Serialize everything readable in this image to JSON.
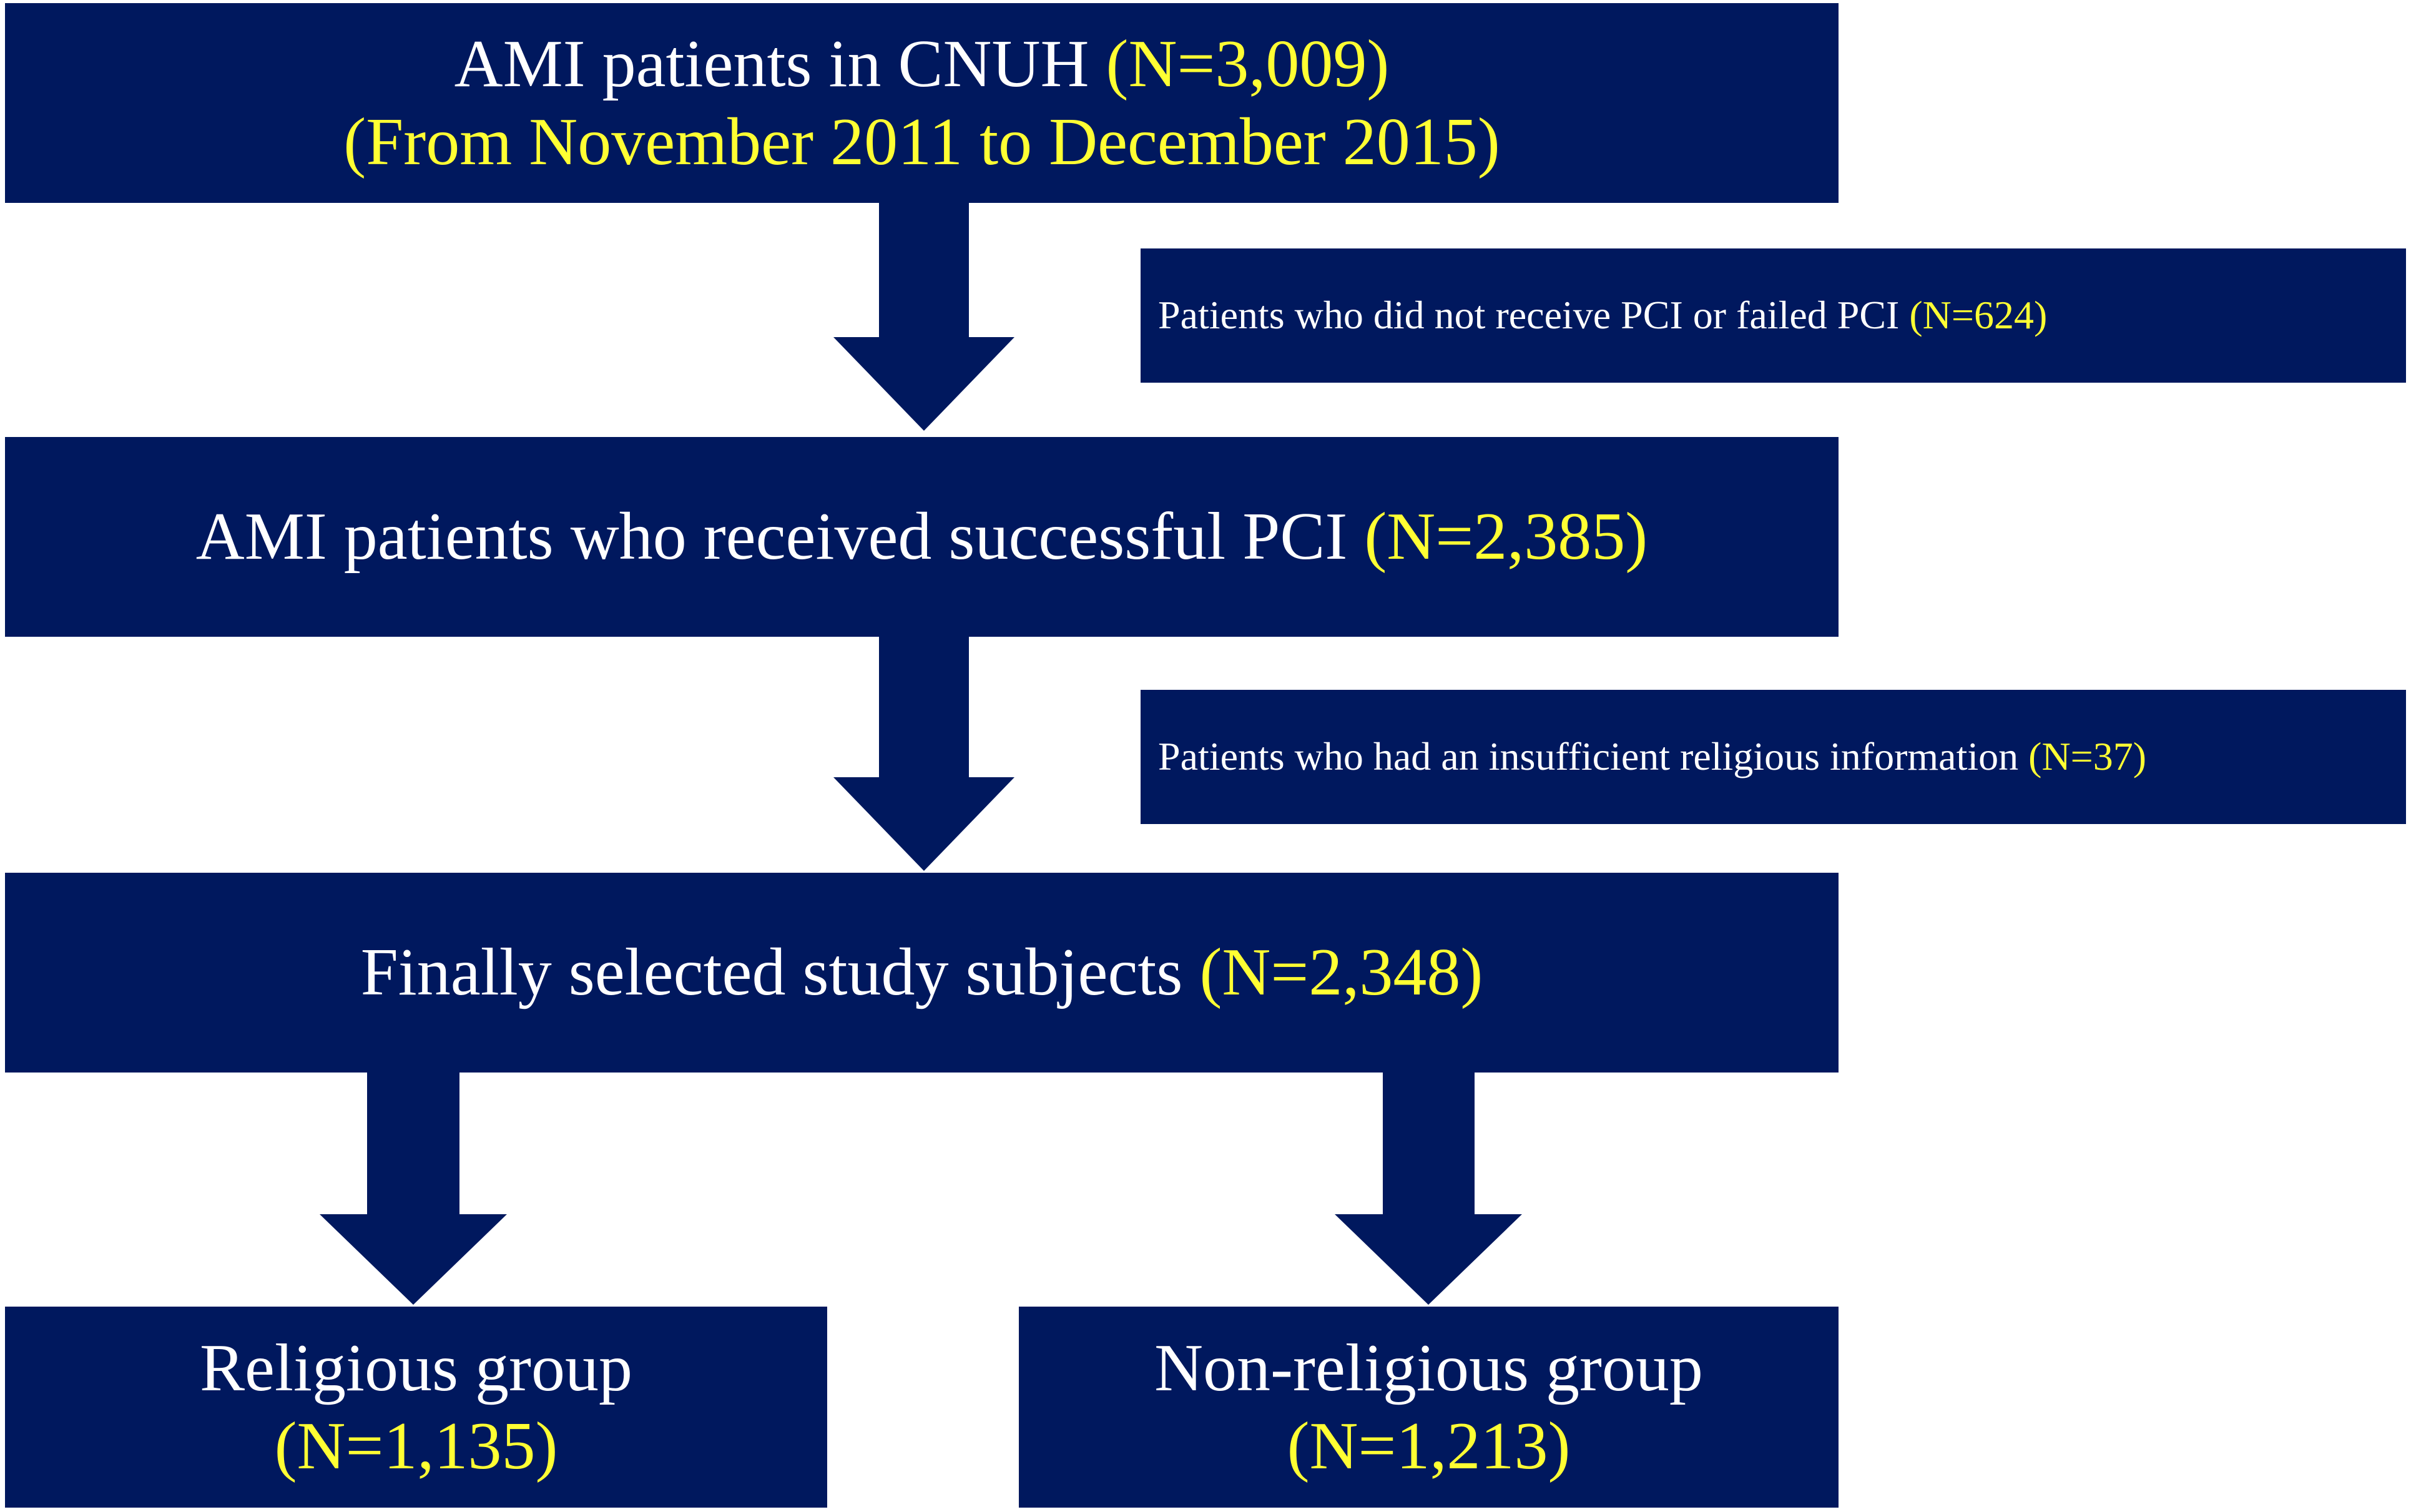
{
  "boxes": {
    "start": {
      "line1_text": "AMI patients in CNUH ",
      "line1_count": "(N=3,009)",
      "line2_period": "(From November 2011 to December 2015)"
    },
    "exclusion1": {
      "text": "Patients who did not receive PCI or failed PCI ",
      "count": "(N=624)"
    },
    "successful_pci": {
      "text": "AMI patients who received successful PCI ",
      "count": "(N=2,385)"
    },
    "exclusion2": {
      "text": "Patients who had an insufficient religious information ",
      "count": "(N=37)"
    },
    "final": {
      "text": "Finally selected study subjects ",
      "count": "(N=2,348)"
    },
    "religious": {
      "text": "Religious group",
      "count": "(N=1,135)"
    },
    "non_religious": {
      "text": "Non-religious group",
      "count": "(N=1,213)"
    }
  },
  "colors": {
    "box_fill": "#00185e",
    "text_primary": "#ffffff",
    "count_highlight": "#ffff33"
  }
}
